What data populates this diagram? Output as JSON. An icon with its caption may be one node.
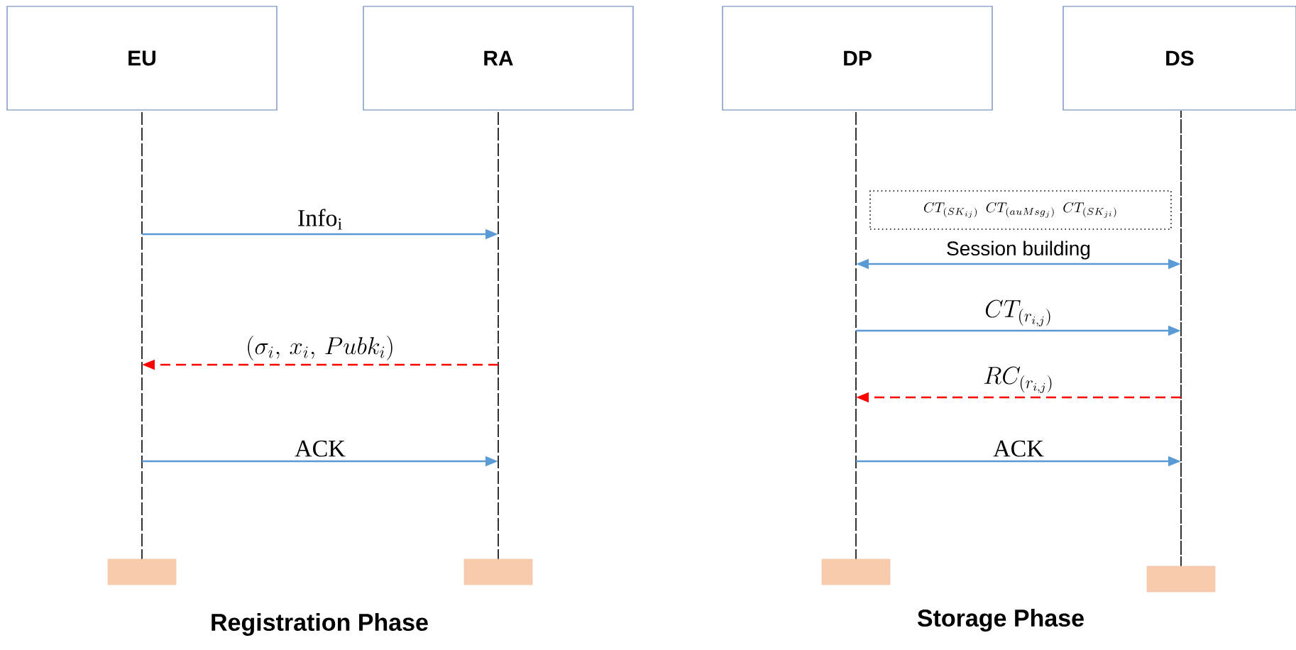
{
  "diagram": {
    "nodes": [
      {
        "text": [
          "EU"
        ]
      },
      {
        "text": [
          "RA"
        ]
      },
      {
        "text": [
          "DP"
        ]
      },
      {
        "text": [
          "DS"
        ]
      },
      {
        "text": [],
        "shape": "line"
      },
      {
        "text": [],
        "shape": "line"
      },
      {
        "text": [],
        "shape": "line"
      },
      {
        "text": [],
        "shape": "line"
      },
      {
        "text": [],
        "shape": "box"
      },
      {
        "text": [],
        "shape": "box"
      },
      {
        "text": [],
        "shape": "box"
      },
      {
        "text": [],
        "shape": "box"
      },
      {
        "text": [
          "CT_{(SK_{ij})}",
          "CT_{(auMsg_{j})}",
          "CT_{(SK_{ji})}"
        ]
      }
    ],
    "edges": [
      {
        "from": 4,
        "to": 5,
        "arrow": "to",
        "label": "Info$_{i}$"
      },
      {
        "from": 5,
        "to": 4,
        "arrow": "to",
        "label": "(\\sigma_i,\\, x_i,\\, Pubk_i)",
        "style": "dashed",
        "color": "#ff0000"
      },
      {
        "from": 4,
        "to": 5,
        "arrow": "to",
        "label": "ACK"
      },
      {
        "from": 6,
        "to": 7,
        "arrow": "both",
        "label": "Session building"
      },
      {
        "from": 6,
        "to": 7,
        "arrow": "to",
        "label": "CT_{(r_{i,j})}"
      },
      {
        "from": 7,
        "to": 6,
        "arrow": "to",
        "label": "RC_{(r_{i,j})}",
        "style": "dashed",
        "color": "#ff0000"
      },
      {
        "from": 6,
        "to": 7,
        "arrow": "to",
        "label": "ACK"
      }
    ],
    "labels": [
      "Registration Phase",
      "Storage Phase"
    ]
  }
}
